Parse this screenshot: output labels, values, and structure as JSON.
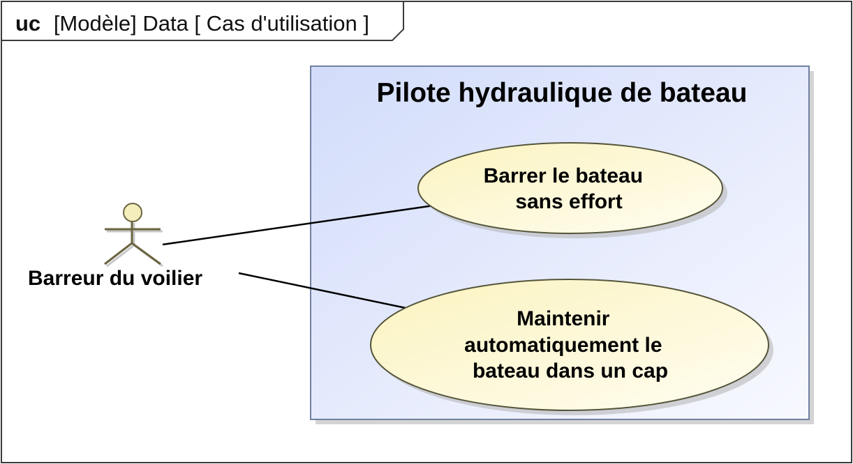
{
  "frame": {
    "keyword": "uc",
    "label": "[Modèle] Data [ Cas d'utilisation ]"
  },
  "system": {
    "title": "Pilote hydraulique de bateau"
  },
  "actor": {
    "name": "Barreur du voilier"
  },
  "use_cases": [
    {
      "lines": [
        "Barrer le bateau",
        "sans effort"
      ]
    },
    {
      "lines": [
        "Maintenir",
        "automatiquement le",
        "bateau dans un cap"
      ]
    }
  ],
  "colors": {
    "frame_stroke": "#3a3a3a",
    "system_fill_start": "#d2dcfa",
    "system_fill_end": "#f8f9ff",
    "system_stroke": "#7080a0",
    "usecase_fill_start": "#fbf3c0",
    "usecase_fill_end": "#fffdf0",
    "usecase_stroke": "#55553a",
    "actor_head_fill": "#f4eebc",
    "actor_stroke": "#6a6540"
  }
}
